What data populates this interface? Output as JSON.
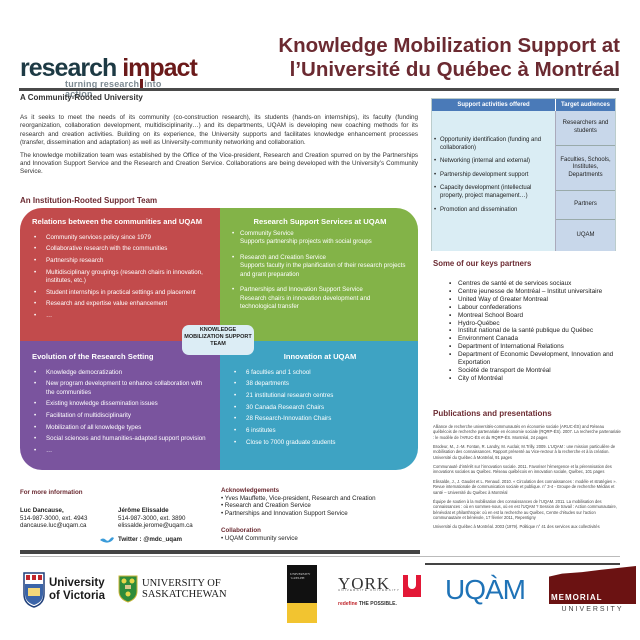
{
  "header": {
    "logo": {
      "word1": "research",
      "word2": "impact",
      "tagline_a": "turning research",
      "tagline_b": "into action",
      "icon": "research-impact-logo"
    },
    "title_line1": "Knowledge Mobilization Support at",
    "title_line2": "l’Université du Québec à Montréal"
  },
  "community": {
    "heading": "A Community-Rooted University",
    "paragraphs": [
      "As it seeks to meet the needs of its community (co-construction research), its students (hands-on internships), its faculty (funding reorganization, collaboration development, multidisciplinarity…) and its departments, UQAM is developing new coaching methods for its research and creation activities. Building on its experience, the University  supports and facilitates knowledge enhancement processes (transfer, dissemination and adaptation) as well as University-community networking and collaboration.",
      "The knowledge mobilization team was established by the Office of the Vice-president, Research and Creation spurred on by the Partnerships and Innovation Support Service and the Research and Creation Service. Collaborations are being developed with the University’s Community Service."
    ]
  },
  "team": {
    "heading": "An Institution-Rooted Support Team",
    "center_label": "KNOWLEDGE MOBILIZATION SUPPORT TEAM",
    "quadrants": {
      "relations": {
        "title": "Relations between the communities and UQAM",
        "color": "#c24b4c",
        "items": [
          "Community services policy since 1979",
          "Collaborative research with the communities",
          "Partnership research",
          "Multidisciplinary groupings (research chairs in innovation, institutes, etc.)",
          "Student internships in practical settings and placement",
          "Research and expertise value enhancement",
          "…"
        ]
      },
      "services": {
        "title": "Research Support Services at UQAM",
        "color": "#83b348",
        "items": [
          {
            "name": "Community Service",
            "desc": "Supports partnership projects with social groups"
          },
          {
            "name": "Research and Creation Service",
            "desc": "Supports faculty in the planification of their research projects and grant preparation"
          },
          {
            "name": "Partnerships and Innovation Support Service",
            "desc": "Research chairs in innovation development and technological transfer"
          }
        ]
      },
      "evolution": {
        "title": "Evolution of the Research Setting",
        "color": "#7a549e",
        "items": [
          "Knowledge democratization",
          "New program development to enhance collaboration with the communities",
          "Existing knowledge dissemination issues",
          "Facilitation of multidisciplinarity",
          "Mobilization of all knowledge types",
          "Social sciences and humanities-adapted support provision",
          "…"
        ]
      },
      "innovation": {
        "title": "Innovation at UQAM",
        "color": "#3ea3c3",
        "items": [
          "6 faculties and 1 school",
          "38 departments",
          "21 institutional research centres",
          "30 Canada  Research Chairs",
          "28 Research-Innovation Chairs",
          "6 institutes",
          "Close to 7000 graduate students"
        ]
      }
    }
  },
  "support_table": {
    "col1_header": "Support activities offered",
    "col2_header": "Target audiences",
    "activities": [
      "Opportunity identification (funding and collaboration)",
      "Networking (internal and external)",
      "Partnership development support",
      "Capacity development (intellectual property, project management…)",
      "Promotion and dissemination"
    ],
    "audiences": [
      "Researchers and students",
      "Faculties, Schools, Institutes, Departments",
      "Partners",
      "UQAM"
    ]
  },
  "partners": {
    "heading": "Some of our keys partners",
    "items": [
      "Centres de santé et de services sociaux",
      "Centre jeunesse de Montréal – Institut universitaire",
      "United Way of Greater Montreal",
      "Labour confederations",
      "Montreal School Board",
      "Hydro-Québec",
      "Institut national de la santé publique du Québec",
      "Environment Canada",
      "Department of International Relations",
      "Department of Economic Development, Innovation and Exportation",
      "Société de transport de Montréal",
      "City of Montréal"
    ]
  },
  "publications": {
    "heading": "Publications and presentations",
    "items": [
      "Alliance de recherche universités-communautés en économie sociale (ARUC-ÉS) and Réseau québécois de recherche partenariale en économie sociale (RQRP-ÉS). 2007. La recherche partenariale : le modèle de l’ARUC-ÉS et du RQRP-ÉS. Montréal, 24 pages",
      "Brodeur, M., J.-M. Fontan, R. Landry, M. Auclair, M.Trilly. 2009. L’UQAM : une mission particulière de mobilisation des connaissances. Rapport présenté au Vice-recteur à la recherche et à la création. Université du Québec à Montréal, 91 pages",
      "Communauté d’intérêt sur l’innovation sociale. 2011. Favoriser l’émergence et la pérennisation des innovations sociales au Québec. Réseau québécois en innovation sociale, Québec, 101 pages",
      "Elissalde, J., J. Gaudet et L. Renaud. 2010. « Circulation des connaissances : modèle et stratégies ». Revue internationale de communication sociale et publique. n° 3-4 - Groupe de recherche Médias et santé – Université du Québec à Montréal",
      "Équipe de soutien à la mobilisation des connaissances de l’UQAM. 2011. La mobilisation des connaissances : où en sommes-nous, où en est l’UQAM ? Session de travail : Action communautaire, bénévolat et philanthropie: où en est la recherche au Québec, Centre d’études sur l’action communautaire et bénévole, 17 février 2011, Repentigny",
      "Université du Québec à Montréal. 2003 (1979). Politique n° 41 des services aux collectivités"
    ]
  },
  "footer": {
    "more_info_label": "For more information",
    "contacts": [
      {
        "name": "Luc Dancause,",
        "phone": "514-987-3000, ext. 4943",
        "email": "dancause.luc@uqam.ca"
      },
      {
        "name": "Jérôme Elissalde",
        "phone": "514-987-3000, ext. 3890",
        "email": "elissalde.jerome@uqam.ca"
      }
    ],
    "twitter": "Twitter : @mdc_uqam",
    "acknowledgements_label": "Acknowledgements",
    "acknowledgements": [
      "• Yves Mauffette, Vice-president, Research and Creation",
      "• Research and Creation Service",
      "• Partnerships and Innovation Support Service"
    ],
    "collaboration_label": "Collaboration",
    "collaboration": "• UQAM Community service"
  },
  "logos": {
    "uvic": {
      "line1": "University",
      "line2": "of Victoria"
    },
    "usask": {
      "line1": "UNIVERSITY OF",
      "line2": "SASKATCHEWAN"
    },
    "guelph": {
      "text": "UNIVERSITY ·GUELPH"
    },
    "york": {
      "name": "YORK",
      "sub": "UNIVERSITÉ UNIVERSITY",
      "tag_a": "redefine",
      "tag_b": " THE POSSIBLE."
    },
    "uqam": {
      "name": "UQÀM"
    },
    "memorial": {
      "line1": "MEMORIAL",
      "line2": "UNIVERSITY"
    }
  }
}
